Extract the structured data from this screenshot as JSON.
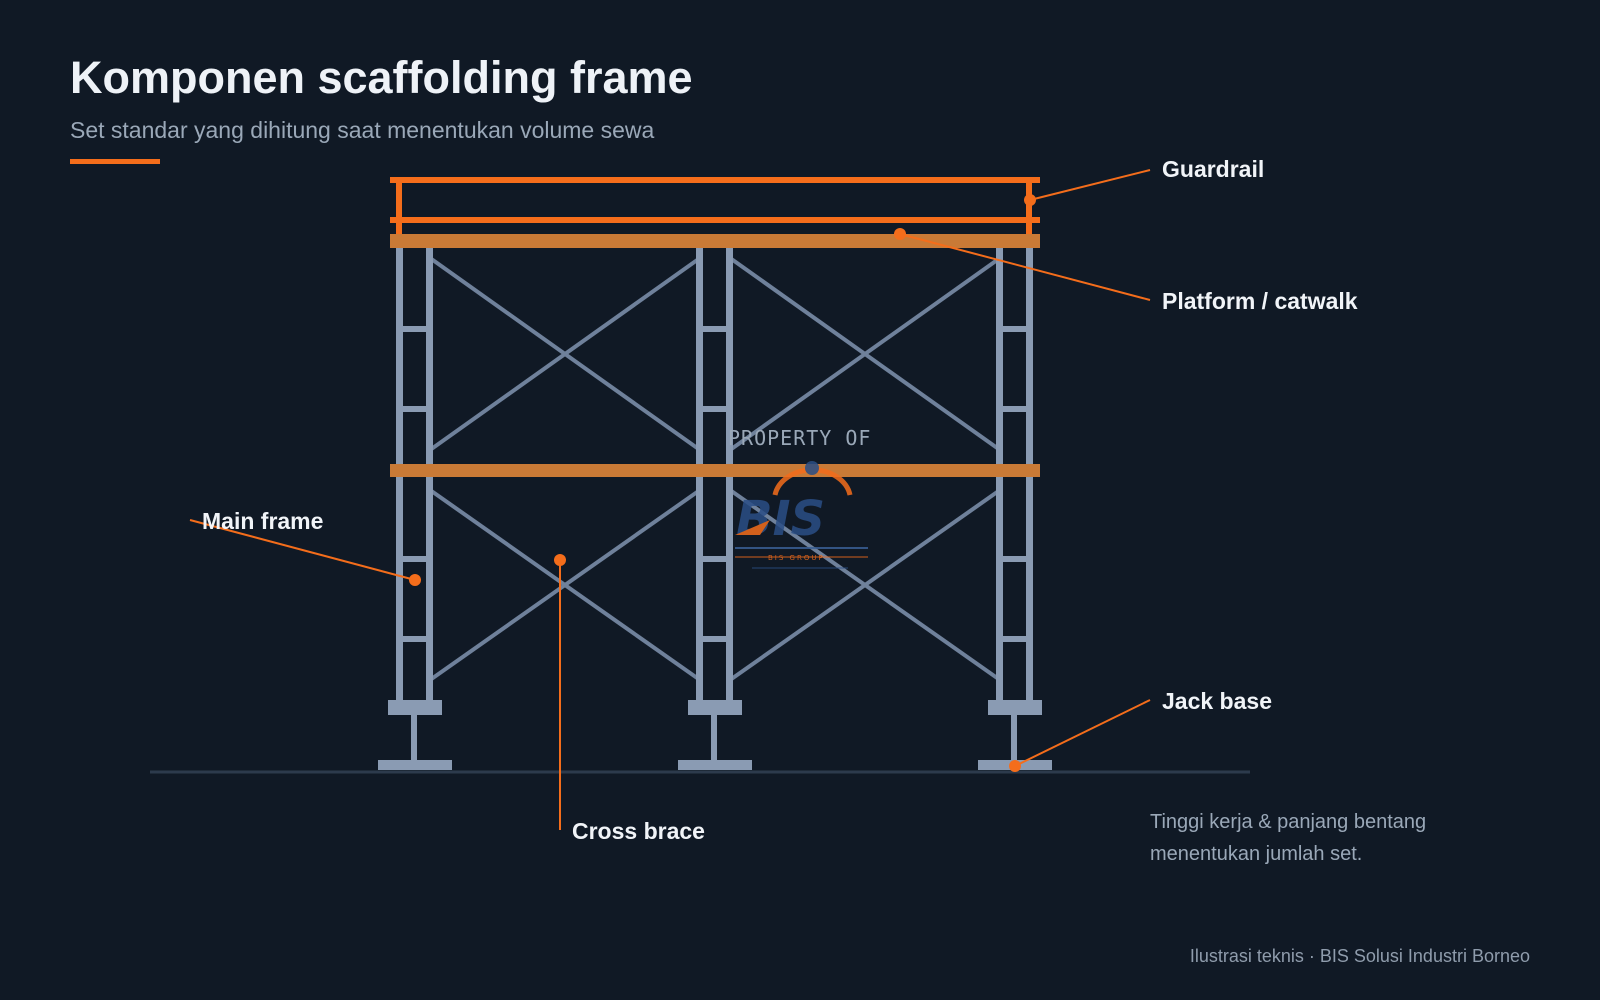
{
  "header": {
    "title": "Komponen scaffolding frame",
    "subtitle": "Set standar yang dihitung saat menentukan volume sewa"
  },
  "callouts": {
    "guardrail": "Guardrail",
    "platform": "Platform / catwalk",
    "main_frame": "Main frame",
    "cross_brace": "Cross brace",
    "jack_base": "Jack base"
  },
  "note": "Tinggi kerja & panjang bentang menentukan jumlah set.",
  "credit": "Ilustrasi teknis · BIS Solusi Industri Borneo",
  "watermark": {
    "text": "PROPERTY OF",
    "logo_text": "BIS",
    "logo_subtext": "BIS GROUP"
  },
  "colors": {
    "background": "#101925",
    "accent": "#f46d1b",
    "steel": "#8a9bb3",
    "platform": "#c97a36"
  }
}
